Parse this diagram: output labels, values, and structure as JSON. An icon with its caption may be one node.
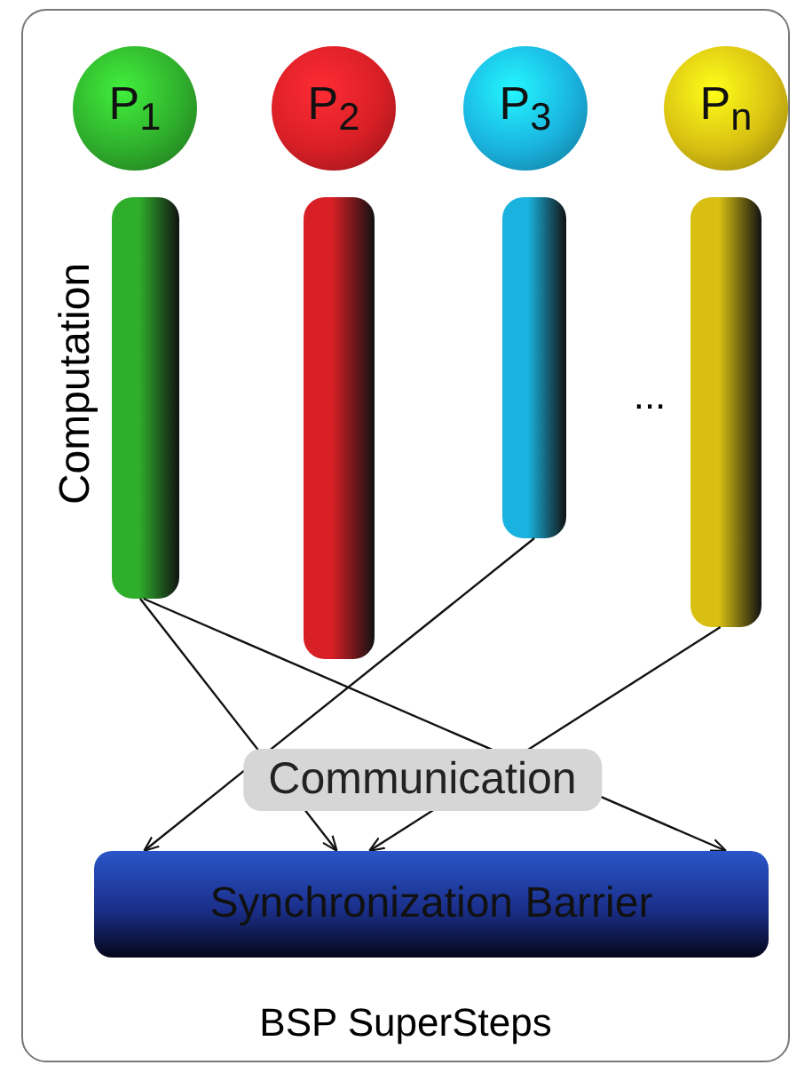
{
  "diagram": {
    "nodes": [
      {
        "text": [
          "BSP SuperSteps"
        ]
      },
      {
        "text": [
          "P$_{1}$"
        ],
        "in": 0
      },
      {
        "text": [
          "P$_{2}$"
        ],
        "in": 0
      },
      {
        "text": [
          "P$_{3}$"
        ],
        "in": 0
      },
      {
        "text": [
          "P$_{n}$"
        ],
        "in": 0
      },
      {
        "text": [],
        "shape": "bar",
        "in": 0
      },
      {
        "text": [],
        "shape": "bar",
        "in": 0
      },
      {
        "text": [],
        "shape": "bar",
        "in": 0
      },
      {
        "text": [],
        "shape": "bar",
        "in": 0
      },
      {
        "text": [
          "Synchronization Barrier"
        ],
        "in": 0
      }
    ],
    "edges": [
      {
        "from": 5,
        "to": 9,
        "arrow": "to"
      },
      {
        "from": 5,
        "to": 9,
        "arrow": "to"
      },
      {
        "from": 7,
        "to": 9,
        "arrow": "to"
      },
      {
        "from": 8,
        "to": 9,
        "arrow": "to"
      }
    ],
    "labels": [
      "Computation",
      "...",
      "Communication"
    ]
  }
}
